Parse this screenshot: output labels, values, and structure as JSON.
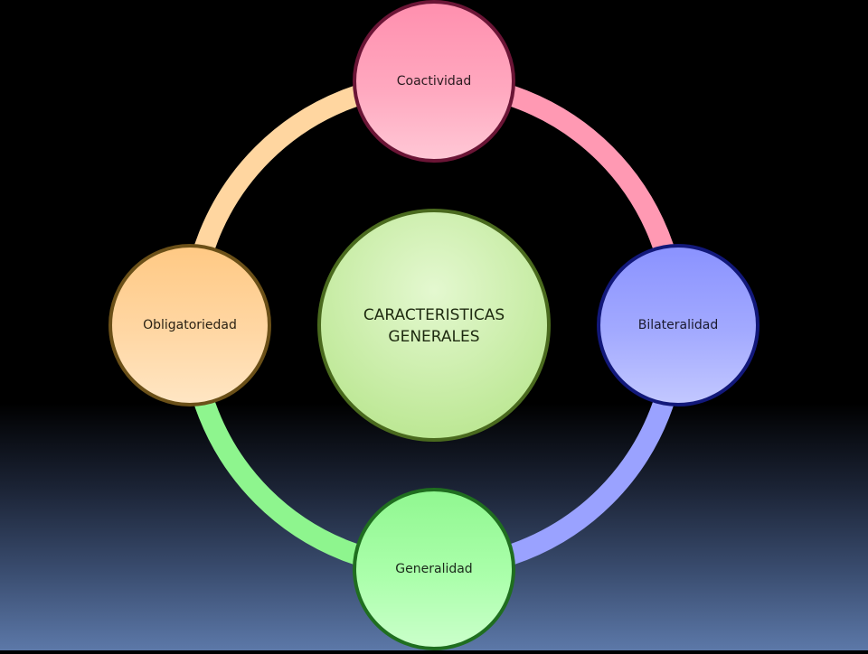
{
  "diagram": {
    "center": {
      "line1": "CARACTERISTICAS",
      "line2": "GENERALES",
      "fill": "#cdeeb0",
      "stroke": "#4a6a1e"
    },
    "nodes": [
      {
        "id": "coactividad",
        "label": "Coactividad",
        "fill": "#ffa3bb",
        "stroke": "#6b1536"
      },
      {
        "id": "bilateralidad",
        "label": "Bilateralidad",
        "fill": "#9fa6ff",
        "stroke": "#12187a"
      },
      {
        "id": "generalidad",
        "label": "Generalidad",
        "fill": "#a8ffa8",
        "stroke": "#1f6e1f"
      },
      {
        "id": "obligatoriedad",
        "label": "Obligatoriedad",
        "fill": "#ffd49c",
        "stroke": "#6b5018"
      }
    ],
    "arcs": [
      {
        "id": "coactividad-to-bilateralidad",
        "color": "#ff99b3"
      },
      {
        "id": "bilateralidad-to-generalidad",
        "color": "#9aa2ff"
      },
      {
        "id": "generalidad-to-obligatoriedad",
        "color": "#8ef58e"
      },
      {
        "id": "obligatoriedad-to-coactividad",
        "color": "#ffd6a0"
      }
    ]
  }
}
